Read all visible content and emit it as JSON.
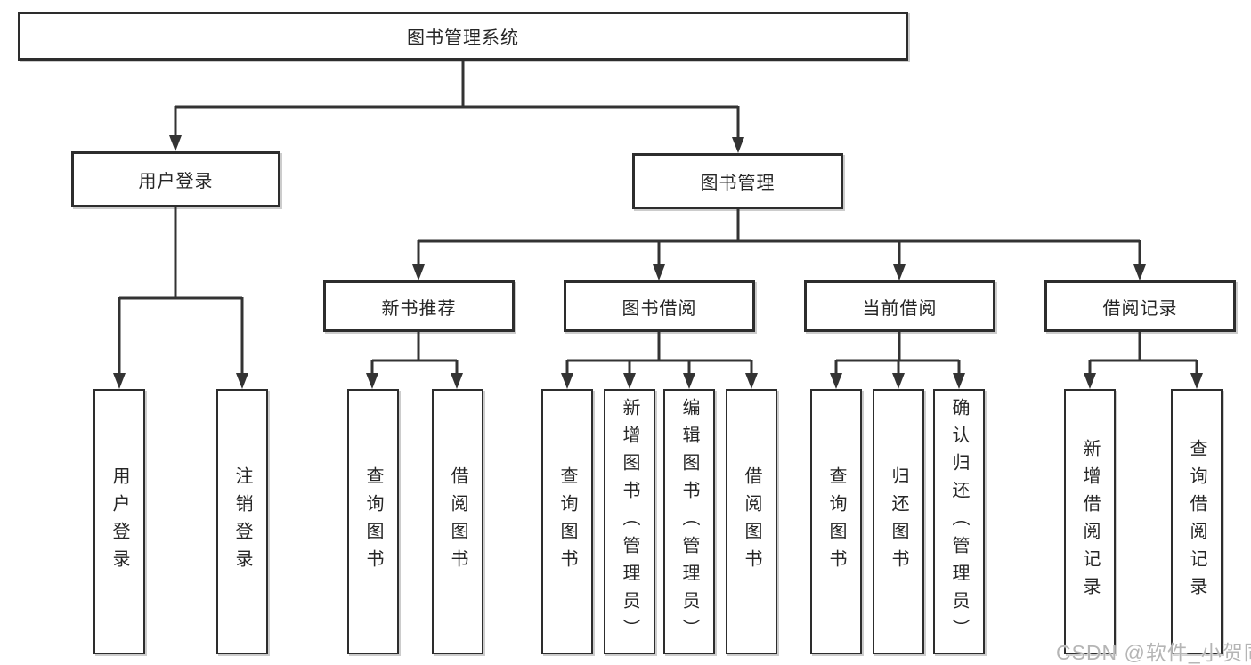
{
  "nodes": {
    "root": "图书管理系统",
    "login": "用户登录",
    "management": "图书管理",
    "recommend": "新书推荐",
    "borrowing": "图书借阅",
    "current": "当前借阅",
    "records": "借阅记录"
  },
  "leaves": {
    "user": [
      "用户登录",
      "注销登录"
    ],
    "new_book": [
      "查询图书",
      "借阅图书"
    ],
    "borrow": [
      "查询图书",
      "新增图书（管理员）",
      "编辑图书（管理员）",
      "借阅图书"
    ],
    "current": [
      "查询图书",
      "归还图书",
      "确认归还（管理员）"
    ],
    "record": [
      "新增借阅记录",
      "查询借阅记录"
    ]
  },
  "watermark": "CSDN @软件_小贺同学",
  "colors": {
    "line": "#333333",
    "box_border": "#2d2d2d",
    "box_fill": "#ffffff",
    "text": "#262626",
    "watermark": "#b5b5b5"
  }
}
